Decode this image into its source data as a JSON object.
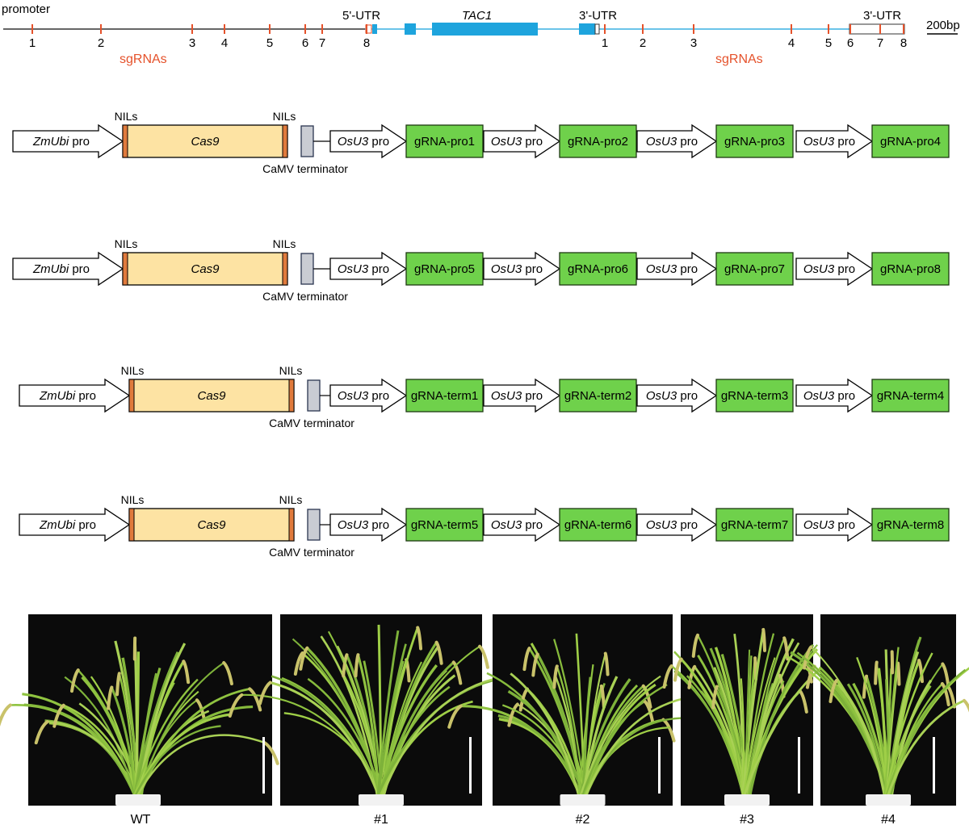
{
  "colors": {
    "gene_line": "#3ab0e2",
    "exon": "#1ea4dd",
    "sg_tick": "#e5522b",
    "sg_label": "#e5522b",
    "cas9_fill": "#fde3a3",
    "nils": "#e07a3c",
    "terminator": "#c9ccd3",
    "grna_fill": "#6fd14b",
    "photo_bg": "#0b0b0b",
    "plant": "#8fc340",
    "pot": "#f2f2f2",
    "scale_bar": "#ffffff"
  },
  "gene_map": {
    "promoter_label": "promoter",
    "utr5_label": "5'-UTR",
    "gene_label": "TAC1",
    "utr3_label_a": "3'-UTR",
    "utr3_label_b": "3'-UTR",
    "sg_label_promoter": "sgRNAs",
    "sg_label_terminator": "sgRNAs",
    "scale_label": "200bp",
    "promoter_ticks": [
      "1",
      "2",
      "3",
      "4",
      "5",
      "6",
      "7",
      "8"
    ],
    "terminator_ticks": [
      "1",
      "2",
      "3",
      "4",
      "5",
      "6",
      "7",
      "8"
    ]
  },
  "constructs": [
    {
      "pro_label": "ZmUbi",
      "pro_suffix": "pro",
      "nils_left": "NILs",
      "nils_right": "NILs",
      "cas9": "Cas9",
      "terminator": "CaMV terminator",
      "units": [
        {
          "promoter": "OsU3",
          "suffix": "pro",
          "grna": "gRNA-pro1"
        },
        {
          "promoter": "OsU3",
          "suffix": "pro",
          "grna": "gRNA-pro2"
        },
        {
          "promoter": "OsU3",
          "suffix": "pro",
          "grna": "gRNA-pro3"
        },
        {
          "promoter": "OsU3",
          "suffix": "pro",
          "grna": "gRNA-pro4"
        }
      ]
    },
    {
      "pro_label": "ZmUbi",
      "pro_suffix": "pro",
      "nils_left": "NILs",
      "nils_right": "NILs",
      "cas9": "Cas9",
      "terminator": "CaMV terminator",
      "units": [
        {
          "promoter": "OsU3",
          "suffix": "pro",
          "grna": "gRNA-pro5"
        },
        {
          "promoter": "OsU3",
          "suffix": "pro",
          "grna": "gRNA-pro6"
        },
        {
          "promoter": "OsU3",
          "suffix": "pro",
          "grna": "gRNA-pro7"
        },
        {
          "promoter": "OsU3",
          "suffix": "pro",
          "grna": "gRNA-pro8"
        }
      ]
    },
    {
      "pro_label": "ZmUbi",
      "pro_suffix": "pro",
      "nils_left": "NILs",
      "nils_right": "NILs",
      "cas9": "Cas9",
      "terminator": "CaMV terminator",
      "units": [
        {
          "promoter": "OsU3",
          "suffix": "pro",
          "grna": "gRNA-term1"
        },
        {
          "promoter": "OsU3",
          "suffix": "pro",
          "grna": "gRNA-term2"
        },
        {
          "promoter": "OsU3",
          "suffix": "pro",
          "grna": "gRNA-term3"
        },
        {
          "promoter": "OsU3",
          "suffix": "pro",
          "grna": "gRNA-term4"
        }
      ]
    },
    {
      "pro_label": "ZmUbi",
      "pro_suffix": "pro",
      "nils_left": "NILs",
      "nils_right": "NILs",
      "cas9": "Cas9",
      "terminator": "CaMV terminator",
      "units": [
        {
          "promoter": "OsU3",
          "suffix": "pro",
          "grna": "gRNA-term5"
        },
        {
          "promoter": "OsU3",
          "suffix": "pro",
          "grna": "gRNA-term6"
        },
        {
          "promoter": "OsU3",
          "suffix": "pro",
          "grna": "gRNA-term7"
        },
        {
          "promoter": "OsU3",
          "suffix": "pro",
          "grna": "gRNA-term8"
        }
      ]
    }
  ],
  "photos": {
    "captions": [
      "WT",
      "#1",
      "#2",
      "#3",
      "#4"
    ]
  }
}
